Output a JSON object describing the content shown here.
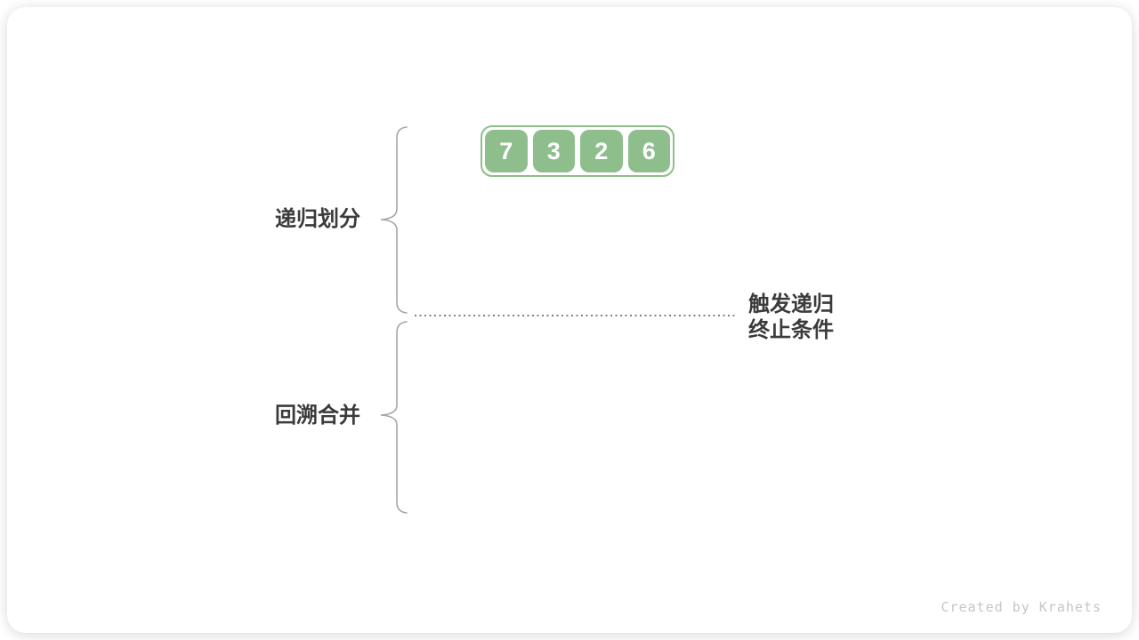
{
  "diagram": {
    "array": {
      "values": [
        "7",
        "3",
        "2",
        "6"
      ]
    },
    "phase_top_label": "递归划分",
    "phase_bottom_label": "回溯合并",
    "annotation": {
      "line1": "触发递归",
      "line2": "终止条件"
    },
    "watermark": "Created by Krahets"
  },
  "icons": {
    "top_brace": "curly-brace-left",
    "bottom_brace": "curly-brace-left",
    "divider": "dotted-line"
  },
  "colors": {
    "box_green": "#8EBE8C",
    "text_dark": "#3B3B3B",
    "brace_gray": "#A6A6A6",
    "dotted_line_gray": "#7F7F7F",
    "watermark_gray": "#C6C6C6",
    "card_background": "#FFFFFF"
  }
}
